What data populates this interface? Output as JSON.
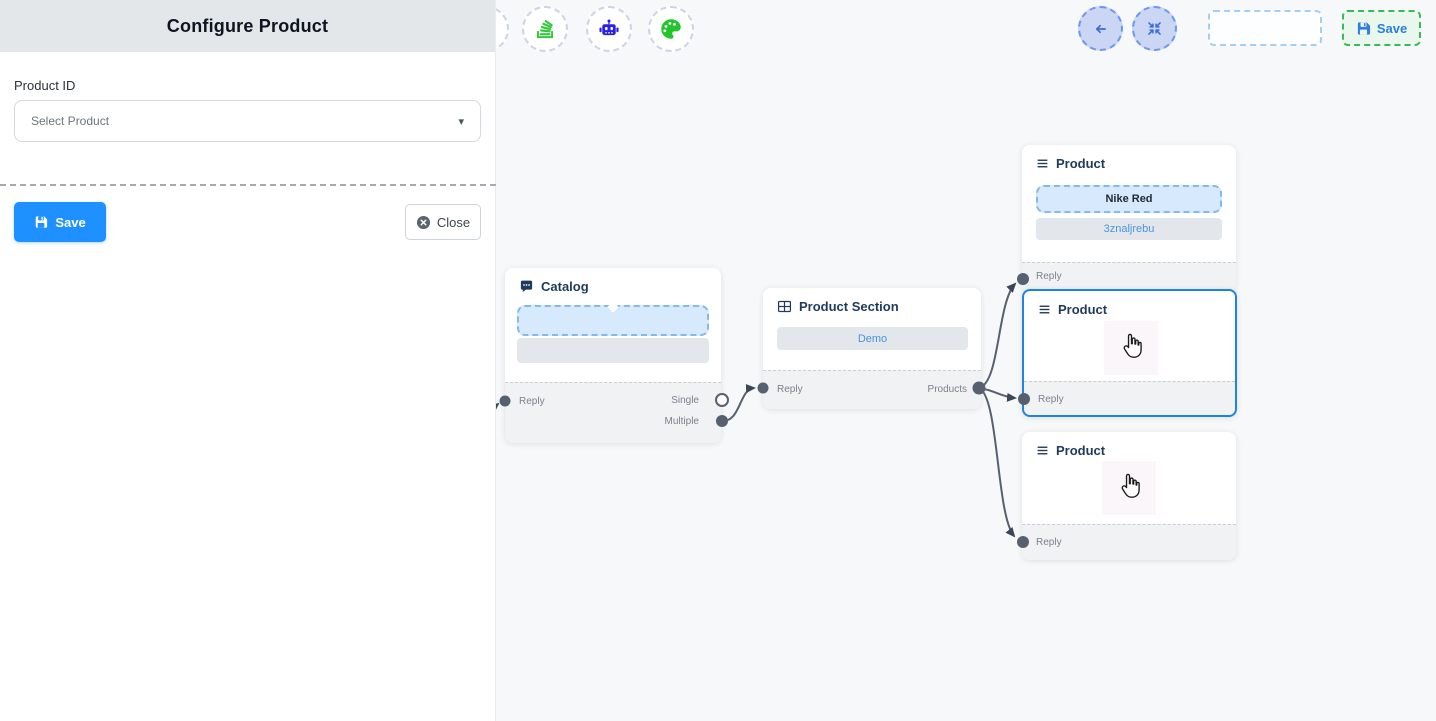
{
  "sidebar": {
    "title": "Configure Product",
    "field_label": "Product ID",
    "select_placeholder": "Select Product",
    "save_label": "Save",
    "close_label": "Close"
  },
  "topbar": {
    "save_label": "Save"
  },
  "icons": {
    "select_caret": "▾"
  },
  "nodes": {
    "catalog": {
      "title": "Catalog",
      "reply": "Reply",
      "single": "Single",
      "multiple": "Multiple"
    },
    "product_section": {
      "title": "Product Section",
      "option": "Demo",
      "reply": "Reply",
      "products": "Products"
    },
    "product_top": {
      "title": "Product",
      "item_name": "Nike Red",
      "item_code": "3znaljrebu",
      "reply": "Reply"
    },
    "product_middle": {
      "title": "Product",
      "reply": "Reply"
    },
    "product_bottom": {
      "title": "Product",
      "reply": "Reply"
    }
  },
  "colors": {
    "accent_blue": "#1e90ff",
    "link_blue": "#4a94e0",
    "selected_border": "#1f83e0",
    "edge": "#57606e",
    "save_green_border": "#3cb85c",
    "title_navy": "#1e3a5c"
  }
}
